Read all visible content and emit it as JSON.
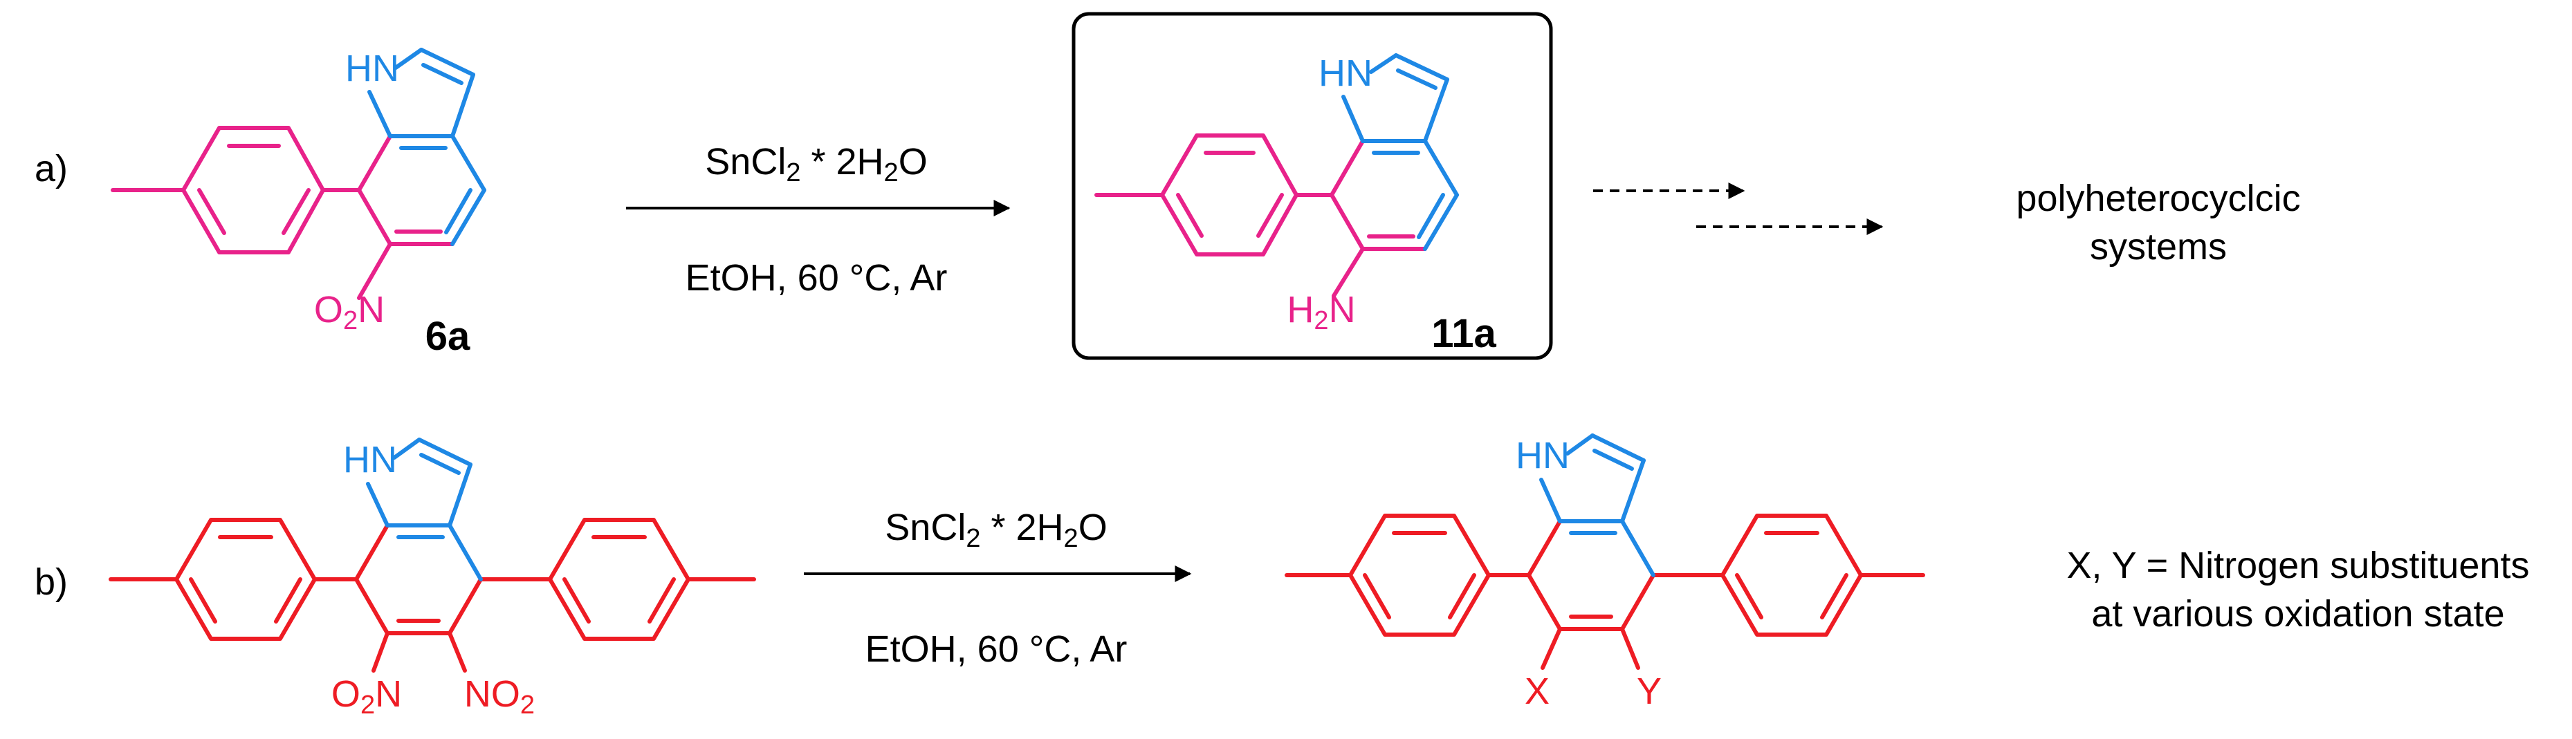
{
  "colors": {
    "indole": "#1e88e5",
    "aryl_a": "#e8228a",
    "aryl_b": "#ee1c24",
    "text": "#000000"
  },
  "row_a": {
    "label": "a)",
    "reagent": "SnCl2 * 2H2O",
    "conditions": "EtOH, 60 °C, Ar",
    "start_nh": "HN",
    "start_nitro": "O2N",
    "start_id": "6a",
    "product_nh": "HN",
    "product_amine": "H2N",
    "product_id": "11a",
    "outcome_line1": "polyheterocyclcic",
    "outcome_line2": "systems"
  },
  "row_b": {
    "label": "b)",
    "reagent": "SnCl2 * 2H2O",
    "conditions": "EtOH, 60 °C, Ar",
    "start_nh": "HN",
    "start_nitro_left": "O2N",
    "start_nitro_right": "NO2",
    "product_nh": "HN",
    "product_x": "X",
    "product_y": "Y",
    "note_line1": "X, Y = Nitrogen substituents",
    "note_line2": "at various oxidation state"
  }
}
